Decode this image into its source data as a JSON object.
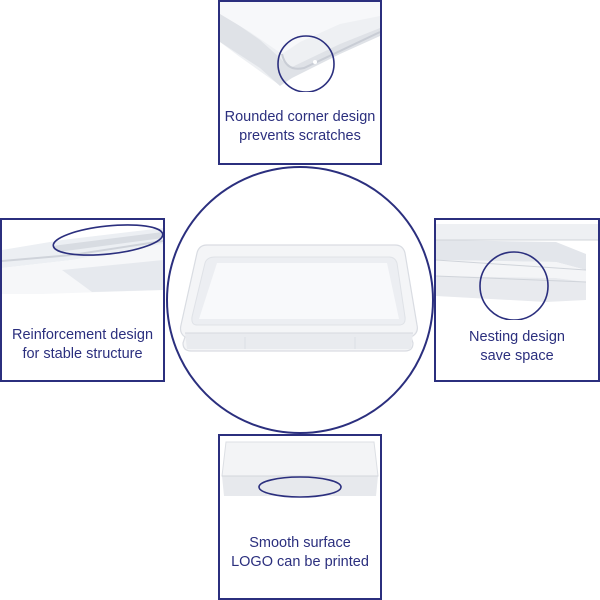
{
  "features": {
    "top": {
      "line1": "Rounded corner design",
      "line2": "prevents scratches"
    },
    "left": {
      "line1": "Reinforcement design",
      "line2": "for stable structure"
    },
    "right": {
      "line1": "Nesting design",
      "line2": "save space"
    },
    "bottom": {
      "line1": "Smooth surface",
      "line2": "LOGO can be printed"
    }
  },
  "colors": {
    "accent": "#2b2f7e",
    "product": "#f4f5f7",
    "product_shadow": "#d9dce2"
  }
}
